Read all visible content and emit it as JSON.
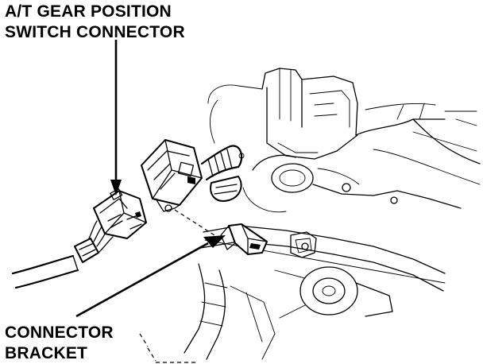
{
  "callouts": {
    "gear_switch_connector": {
      "line1": "A/T GEAR POSITION",
      "line2": "SWITCH CONNECTOR"
    },
    "connector_bracket": {
      "line1": "CONNECTOR",
      "line2": "BRACKET"
    }
  },
  "colors": {
    "ink": "#000000",
    "background": "#ffffff"
  }
}
